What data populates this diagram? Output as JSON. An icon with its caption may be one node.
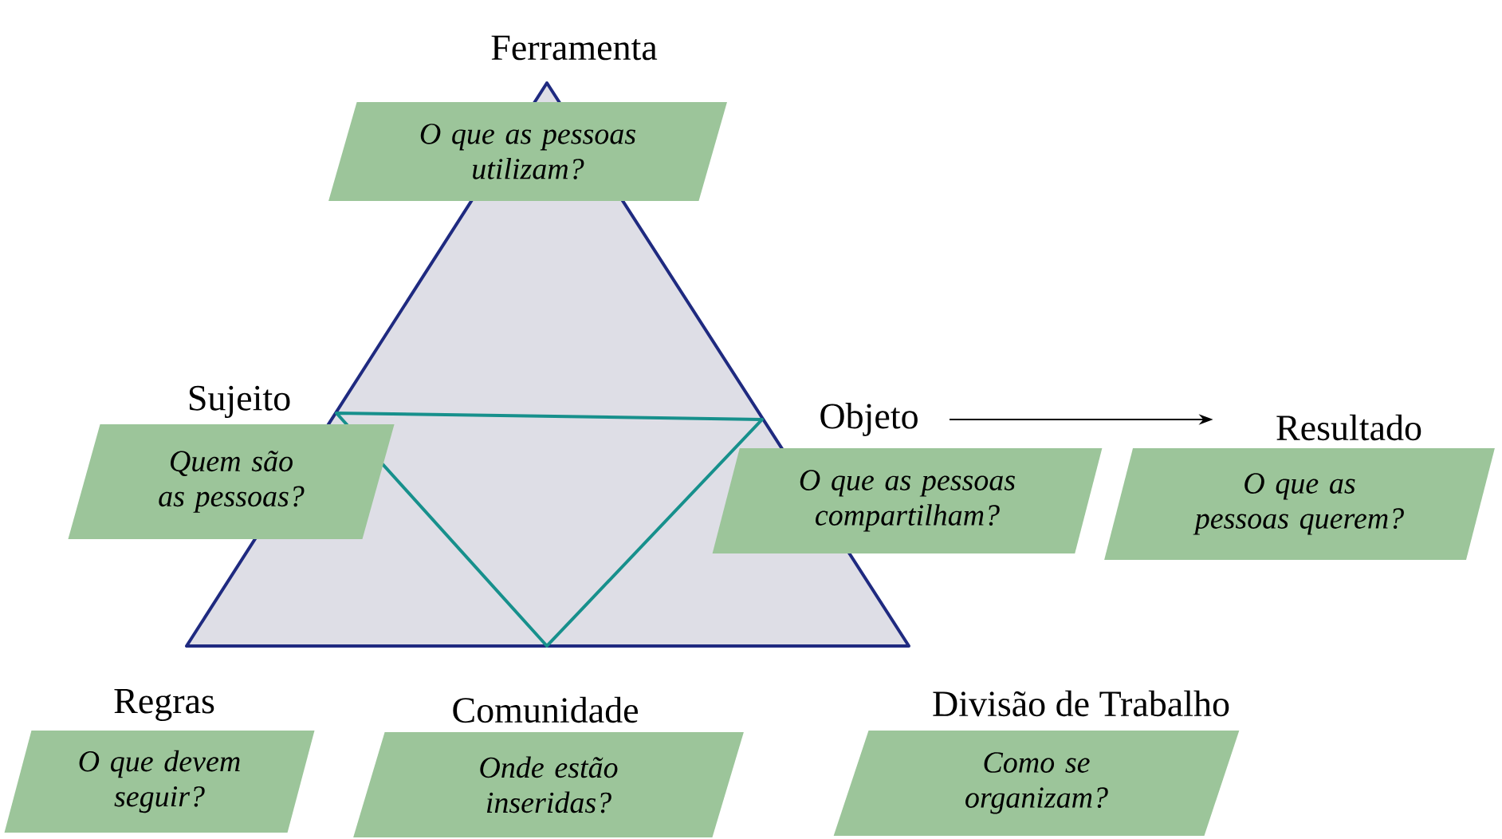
{
  "diagram": {
    "nodes": [
      {
        "text": [
          "Ferramenta",
          "O que as pessoas utilizam?"
        ]
      },
      {
        "text": [
          "Sujeito",
          "Quem são as pessoas?"
        ]
      },
      {
        "text": [
          "Objeto",
          "O que as pessoas compartilham?"
        ]
      },
      {
        "text": [
          "Resultado",
          "O que as pessoas querem?"
        ]
      },
      {
        "text": [
          "Regras",
          "O que devem seguir?"
        ]
      },
      {
        "text": [
          "Comunidade",
          "Onde estão inseridas?"
        ]
      },
      {
        "text": [
          "Divisão de Trabalho",
          "Como se organizam?"
        ]
      }
    ],
    "edges": [
      {
        "from": 2,
        "to": 3,
        "arrow": "to"
      }
    ]
  }
}
